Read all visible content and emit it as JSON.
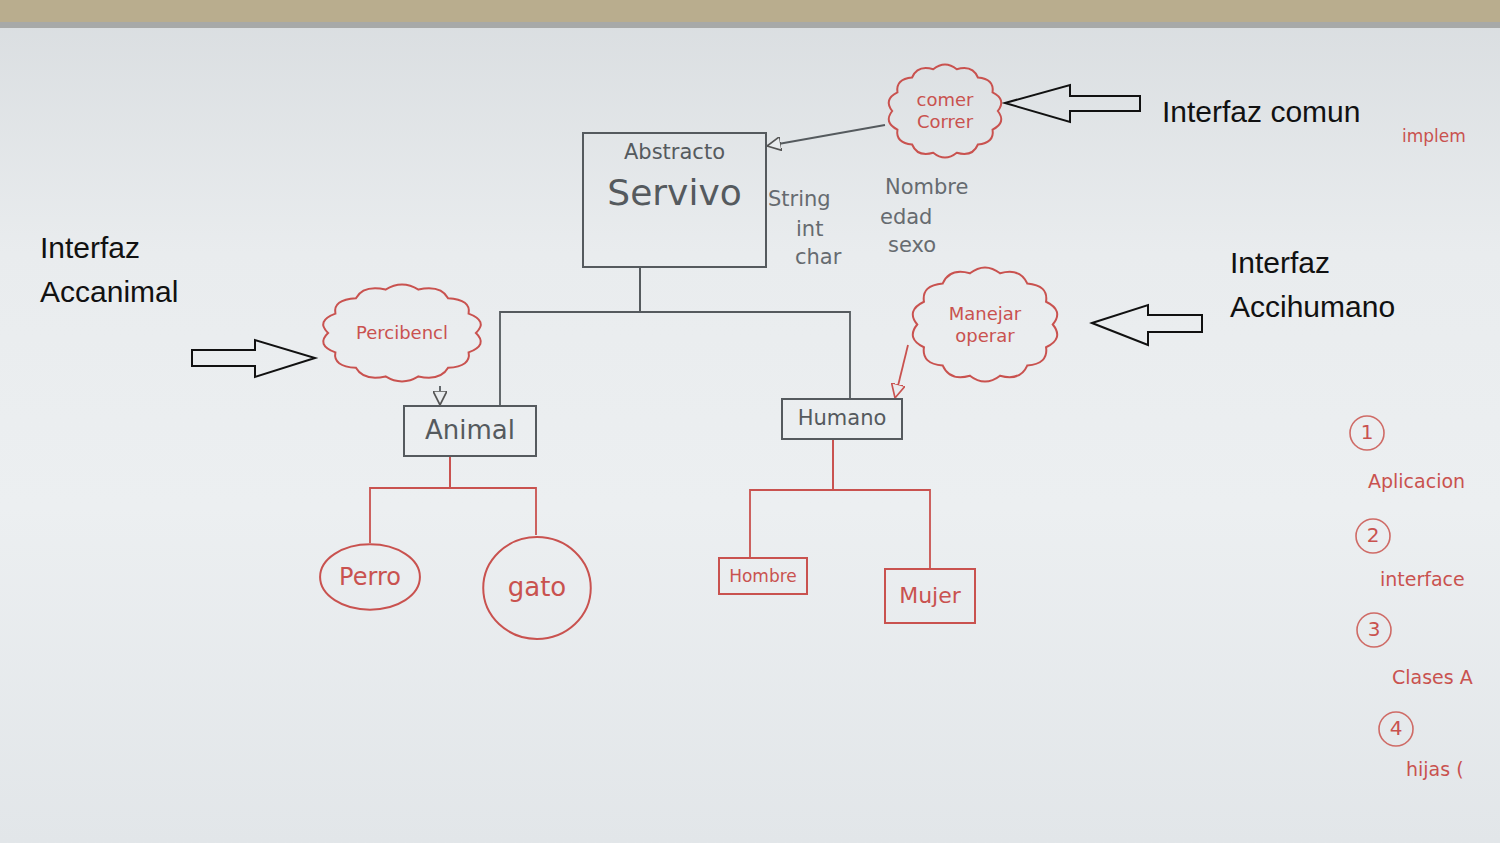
{
  "diagram": {
    "nodes": [
      {
        "text": [
          "comer Correr"
        ]
      },
      {
        "text": [
          "Abstracto",
          "Servivo"
        ]
      },
      {
        "text": [
          "Manejar operar"
        ]
      },
      {
        "text": [
          "Percibencl"
        ]
      },
      {
        "text": [
          "Animal"
        ]
      },
      {
        "text": [
          "Humano"
        ]
      },
      {
        "text": [
          "Perro"
        ]
      },
      {
        "text": [
          "gato"
        ]
      },
      {
        "text": [
          "Hombre"
        ]
      },
      {
        "text": [
          "Mujer"
        ]
      }
    ],
    "edges": [
      {
        "from": 0,
        "to": 1,
        "arrow": "to"
      },
      {
        "from": 1,
        "to": 4,
        "arrow": "none"
      },
      {
        "from": 1,
        "to": 5,
        "arrow": "none"
      },
      {
        "from": 3,
        "to": 4,
        "arrow": "to"
      },
      {
        "from": 2,
        "to": 5,
        "arrow": "to"
      },
      {
        "from": 4,
        "to": 6,
        "arrow": "none"
      },
      {
        "from": 4,
        "to": 7,
        "arrow": "none"
      },
      {
        "from": 5,
        "to": 8,
        "arrow": "none"
      },
      {
        "from": 5,
        "to": 9,
        "arrow": "none"
      }
    ],
    "labels": [
      "Interfaz comun",
      "Interfaz Accanimal",
      "Interfaz Accihumano",
      "String",
      "int",
      "char",
      "Nombre",
      "edad",
      "sexo",
      "implem",
      "1",
      "Aplicacion",
      "2",
      "interface",
      "3",
      "Clases A",
      "4",
      "hijas ("
    ]
  }
}
